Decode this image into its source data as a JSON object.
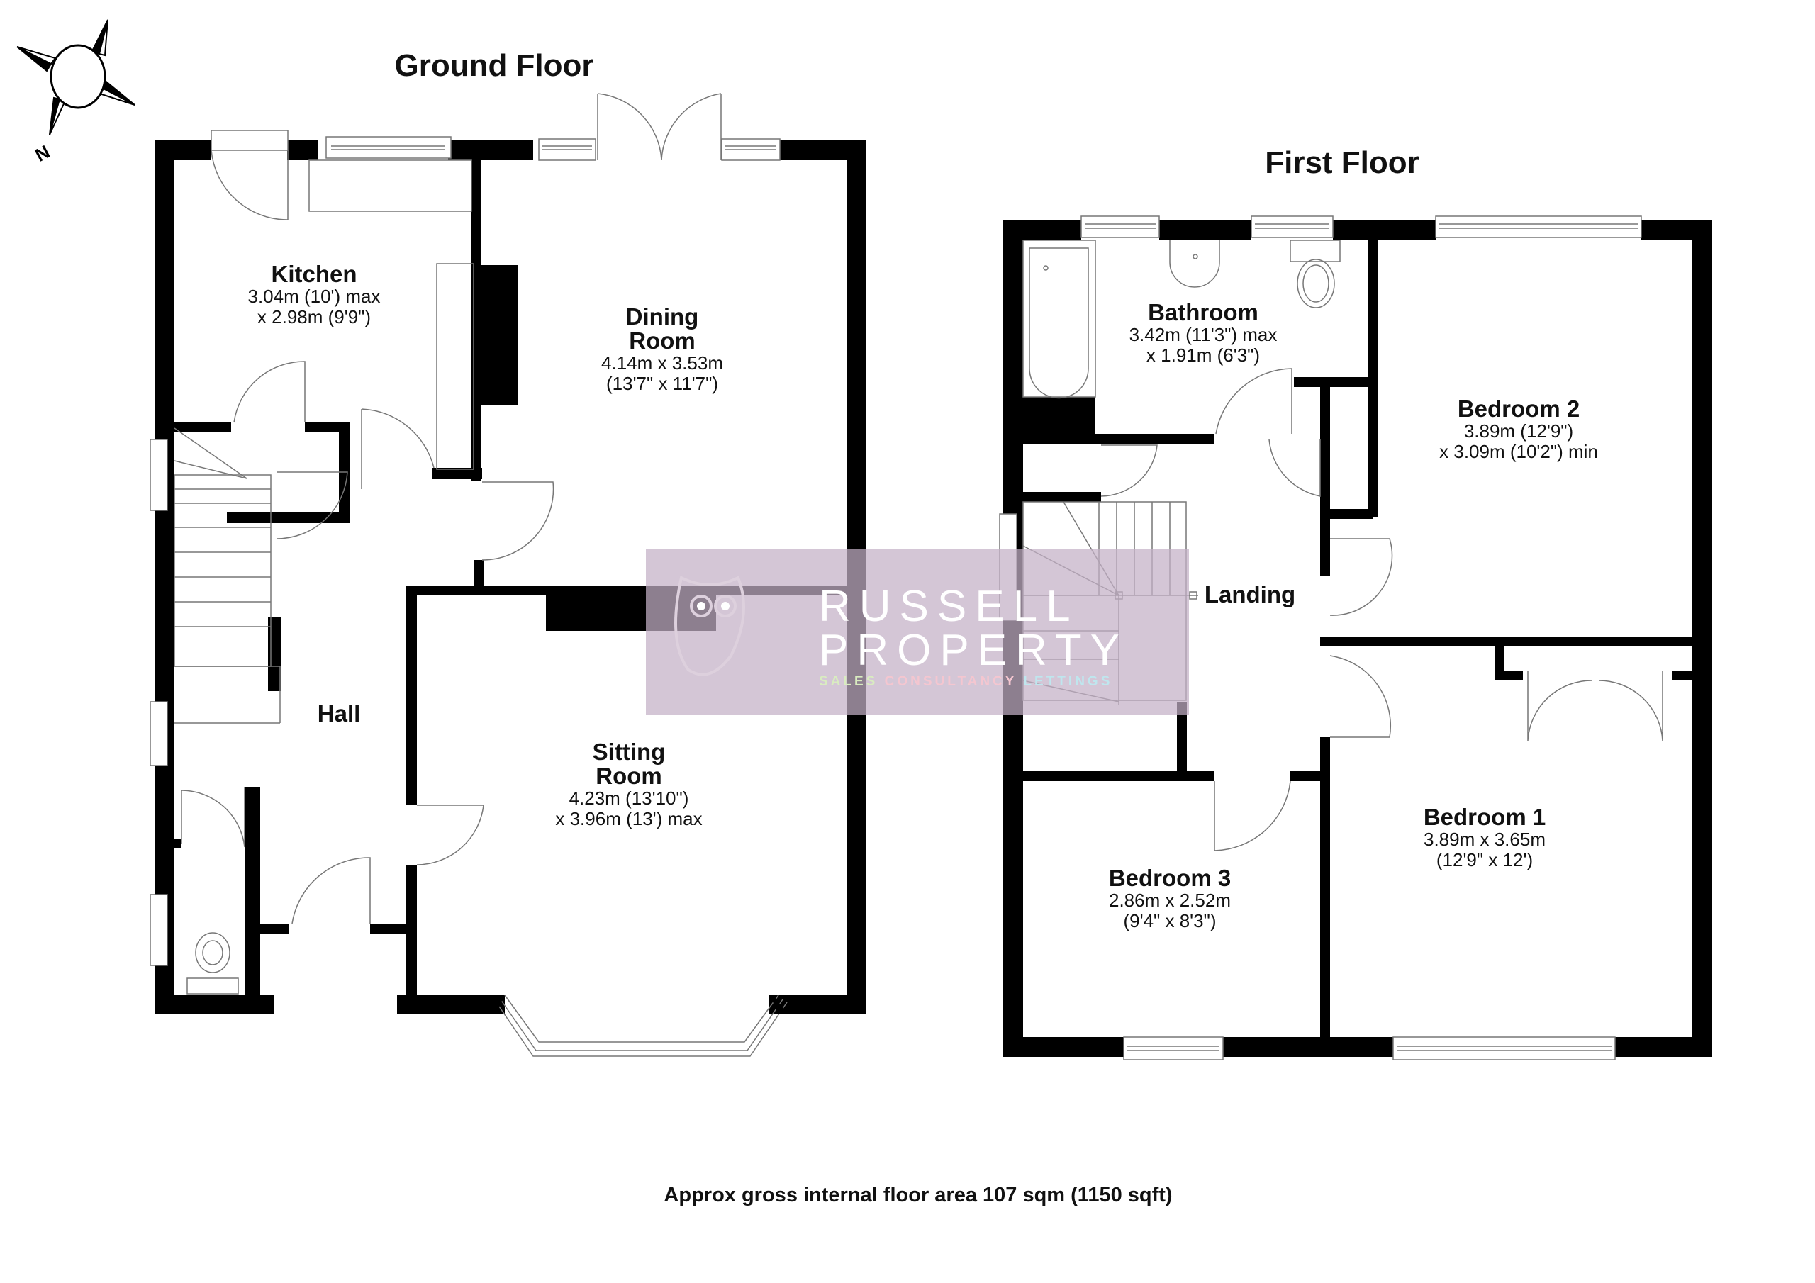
{
  "compass": {
    "north_label": "N"
  },
  "floors": [
    {
      "title": "Ground Floor",
      "rooms": [
        {
          "name": "Kitchen",
          "dims": [
            "3.04m (10') max",
            "x 2.98m (9'9\")"
          ]
        },
        {
          "name": "Dining\nRoom",
          "name_lines": [
            "Dining",
            "Room"
          ],
          "dims": [
            "4.14m x 3.53m",
            "(13'7\" x 11'7\")"
          ]
        },
        {
          "name": "Hall",
          "dims": []
        },
        {
          "name": "Sitting Room",
          "name_lines": [
            "Sitting",
            "Room"
          ],
          "dims": [
            "4.23m (13'10\")",
            "x 3.96m (13') max"
          ]
        }
      ]
    },
    {
      "title": "First Floor",
      "rooms": [
        {
          "name": "Bathroom",
          "dims": [
            "3.42m (11'3\") max",
            "x 1.91m (6'3\")"
          ]
        },
        {
          "name": "Bedroom 2",
          "dims": [
            "3.89m (12'9\")",
            "x 3.09m (10'2\") min"
          ]
        },
        {
          "name": "Landing",
          "dims": []
        },
        {
          "name": "Bedroom 1",
          "dims": [
            "3.89m x 3.65m",
            "(12'9\" x 12')"
          ]
        },
        {
          "name": "Bedroom 3",
          "dims": [
            "2.86m x 2.52m",
            "(9'4\" x 8'3\")"
          ]
        }
      ]
    }
  ],
  "watermark": {
    "line1": "RUSSELL",
    "line2": "PROPERTY",
    "tag_sales": "SALES",
    "tag_consultancy": "CONSULTANCY",
    "tag_lettings": "LETTINGS",
    "colors": {
      "box": "#c4b0c6",
      "sales": "#d9ecc0",
      "consultancy": "#f4c6d0",
      "lettings": "#bfe6ee"
    }
  },
  "footer": {
    "area_text": "Approx gross internal floor area 107 sqm (1150 sqft)"
  }
}
